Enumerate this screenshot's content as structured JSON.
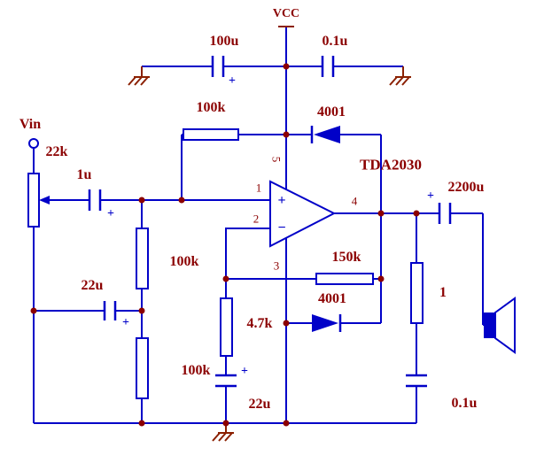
{
  "title": "TDA2030 single-supply audio amplifier schematic",
  "colors": {
    "wire": "#0000C8",
    "label": "#8B0000",
    "junction": "#8B0000",
    "ground": "#8B2000",
    "background": "#FFFFFF"
  },
  "power": {
    "vcc": "VCC"
  },
  "input": {
    "terminal": "Vin"
  },
  "ic": {
    "name": "TDA2030",
    "plus": "+",
    "minus": "−",
    "pins": {
      "p1": "1",
      "p2": "2",
      "p3": "3",
      "p4": "4",
      "p5": "5"
    }
  },
  "components": {
    "c_100u": "100u",
    "c_01u_top": "0.1u",
    "r_100k_top": "100k",
    "d_4001_top": "4001",
    "pot_22k": "22k",
    "c_1u": "1u",
    "r_100k_mid": "100k",
    "c_22u_left": "22u",
    "r_150k": "150k",
    "d_4001_bottom": "4001",
    "r_47k": "4.7k",
    "r_1ohm": "1",
    "r_100k_bottom": "100k",
    "c_22u_bottom": "22u",
    "c_2200u": "2200u",
    "c_01u_bottom": "0.1u",
    "polarity_mark": "+"
  }
}
